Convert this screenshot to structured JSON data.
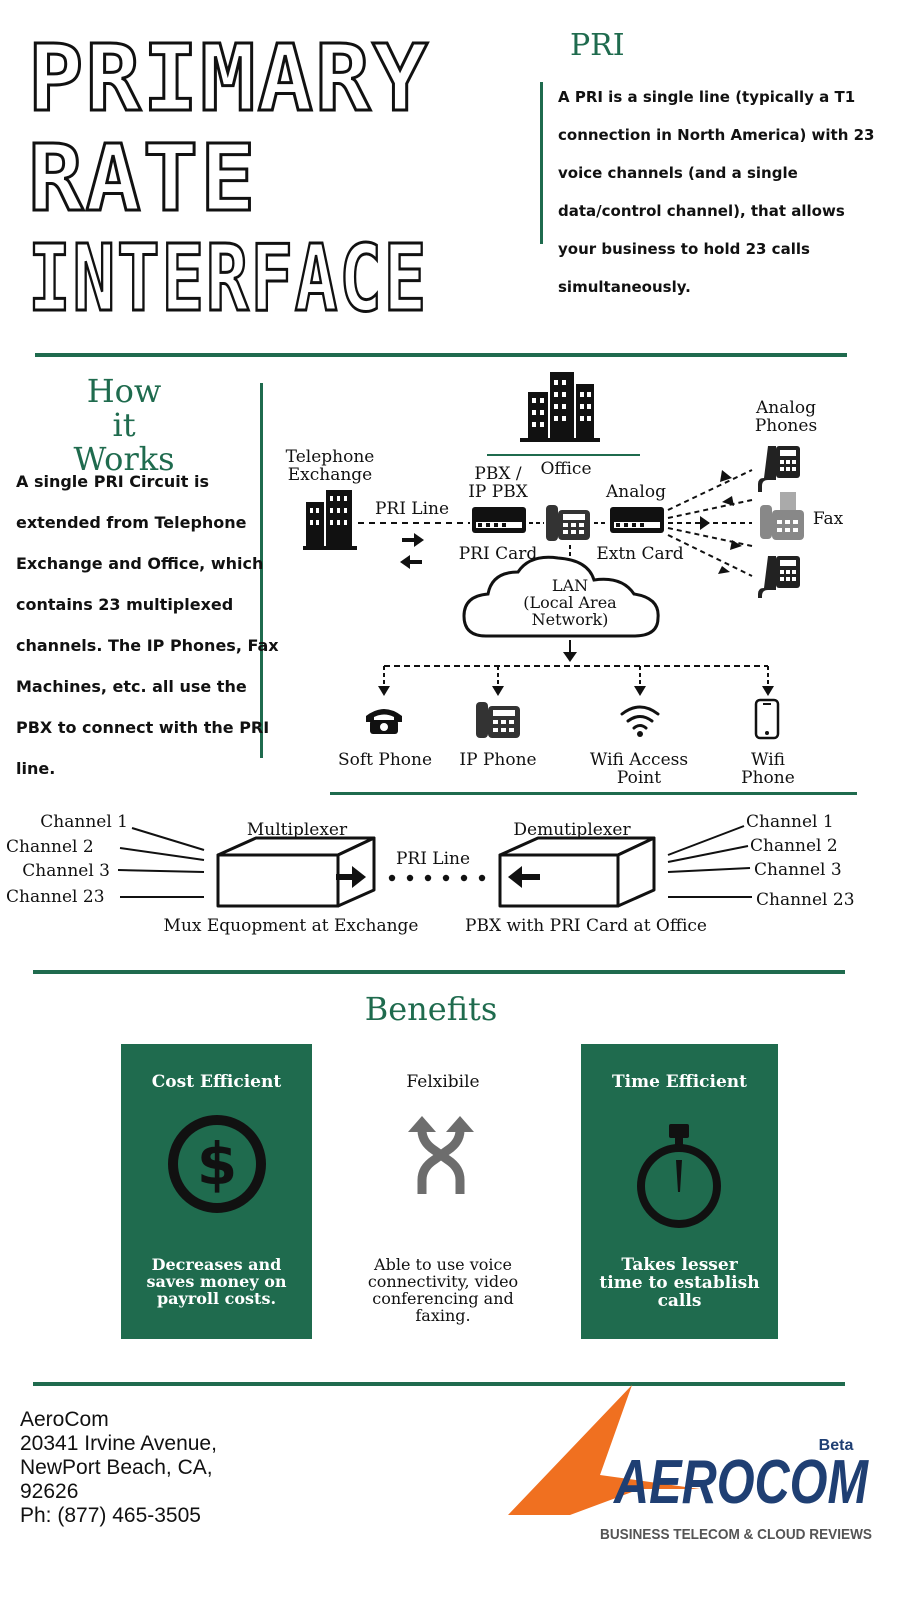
{
  "header": {
    "title_lines": [
      "PRIMARY",
      "RATE",
      "INTERFACE"
    ],
    "pri_heading": "PRI",
    "pri_description_lines": [
      "A PRI is a single line (typically a T1",
      "connection in North America) with 23",
      "voice channels (and a single",
      "data/control channel), that allows",
      "your business to hold 23 calls",
      "simultaneously."
    ]
  },
  "how_it_works": {
    "heading_lines": [
      "How it",
      "Works"
    ],
    "description_lines": [
      "A single PRI Circuit is",
      "extended from Telephone",
      "Exchange and Office, which",
      "contains 23 multiplexed",
      "channels. The IP Phones, Fax",
      "Machines, etc. all use the",
      "PBX to connect with the PRI",
      "line."
    ]
  },
  "diagram": {
    "telephone_exchange": [
      "Telephone",
      "Exchange"
    ],
    "pri_line": "PRI Line",
    "pbx": [
      "PBX /",
      "IP PBX"
    ],
    "office": "Office",
    "pri_card": "PRI Card",
    "analog": "Analog",
    "extn_card": "Extn Card",
    "analog_phones": [
      "Analog",
      "Phones"
    ],
    "fax": "Fax",
    "lan": [
      "LAN",
      "(Local Area",
      "Network)"
    ],
    "soft_phone": "Soft Phone",
    "ip_phone": "IP Phone",
    "wifi_access_point": [
      "Wifi Access",
      "Point"
    ],
    "wifi_phone": [
      "Wifi",
      "Phone"
    ]
  },
  "mux": {
    "left_channels": [
      "Channel 1",
      "Channel 2",
      "Channel 3",
      "Channel 23"
    ],
    "right_channels": [
      "Channel 1",
      "Channel 2",
      "Channel 3",
      "Channel 23"
    ],
    "multiplexer": "Multiplexer",
    "demultiplexer": "Demutiplexer",
    "pri_line": "PRI Line",
    "mux_caption": "Mux Equopment at Exchange",
    "pbx_caption": "PBX with PRI Card at Office"
  },
  "benefits": {
    "heading": "Benefits",
    "cards": [
      {
        "title": "Cost Efficient",
        "text_lines": [
          "Decreases and",
          "saves money on",
          "payroll costs."
        ],
        "icon": "dollar-icon"
      },
      {
        "title": "Felxibile",
        "text_lines": [
          "Able to use voice",
          "connectivity, video",
          "conferencing and",
          "faxing."
        ],
        "icon": "merge-arrows-icon"
      },
      {
        "title": "Time Efficient",
        "text_lines": [
          "Takes lesser",
          "time to establish",
          "calls"
        ],
        "icon": "stopwatch-icon"
      }
    ]
  },
  "footer": {
    "address_lines": [
      "AeroCom",
      "20341 Irvine Avenue,",
      "NewPort Beach, CA,",
      "92626",
      "Ph: (877) 465-3505"
    ],
    "logo_text": "AEROCOM",
    "logo_badge": "Beta",
    "logo_tagline": "BUSINESS TELECOM & CLOUD REVIEWS"
  },
  "colors": {
    "accent": "#1f6b4e",
    "logo_blue": "#1f3f73",
    "logo_orange": "#f07020"
  }
}
